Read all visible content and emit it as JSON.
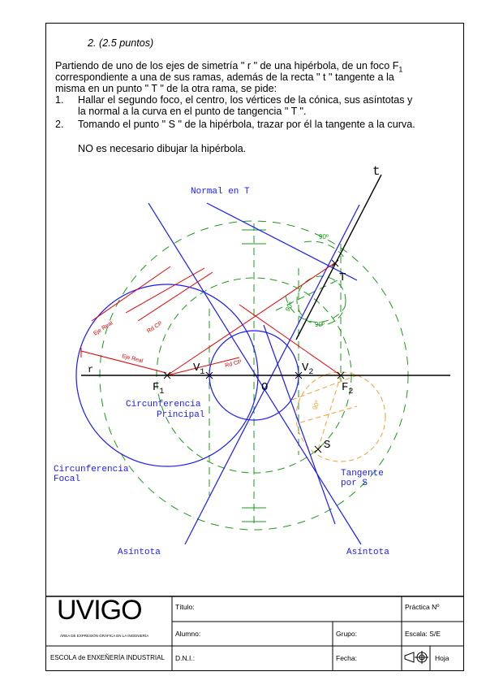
{
  "problem": {
    "heading": "2. (2.5 puntos)",
    "intro_line1": "Partiendo de uno de los ejes de simetría \" r \" de una hipérbola, de un foco F",
    "intro_sub1": "1",
    "intro_line2": "correspondiente a una de sus ramas, además de la recta \" t \" tangente a la",
    "intro_line3": "misma en un punto \" T \" de la otra rama, se pide:",
    "item1_num": "1.",
    "item1_line1": "Hallar el segundo foco, el centro, los vértices de la cónica, sus asíntotas y",
    "item1_line2": "la normal a la curva en el punto de tangencia \" T \".",
    "item2_num": "2.",
    "item2_line1": "Tomando el punto \" S \" de la hipérbola, trazar por él la tangente a la curva.",
    "note": "NO es necesario dibujar la hipérbola."
  },
  "labels": {
    "t": "t",
    "normal_en_t": "Normal en T",
    "T": "T",
    "r": "r",
    "F1": "F",
    "F1_sub": "1",
    "V1": "V",
    "V1_sub": "1",
    "O": "O",
    "V2": "V",
    "V2_sub": "2",
    "F2": "F",
    "F2_sub": "2",
    "S": "S",
    "eje_real_1": "Eje Real",
    "eje_real_2": "Eje Real",
    "rd_cp_1": "Rd CP",
    "rd_cp_2": "Rd CP",
    "ang_90_top": "90º",
    "ang_90_mid": "90º",
    "ang_90_left": "90º",
    "ang_90_s": "90º",
    "circ_principal_1": "Circunferencia",
    "circ_principal_2": "Principal",
    "circ_focal_1": "Circunferencia",
    "circ_focal_2": "Focal",
    "tangente_por_s_1": "Tangente",
    "tangente_por_s_2": "por S",
    "asintota_left": "Asíntota",
    "asintota_right": "Asíntota"
  },
  "title_block": {
    "logo": "UVIGO",
    "area": "ÁREA DE EXPRESIÓN GRÁFICA EN LA INGENIERÍA",
    "school": "ESCOLA de ENXEÑERÍA INDUSTRIAL",
    "titulo": "Título:",
    "alumno": "Alumno:",
    "dni": "D.N.I.:",
    "grupo": "Grupo:",
    "fecha": "Fecha:",
    "practica": "Práctica Nº",
    "escala": "Escala:  S/E",
    "hoja": "Hoja"
  },
  "colors": {
    "blue": "#1a1aff",
    "red": "#e00000",
    "green": "#1a9a1a",
    "orange": "#f0a030",
    "black": "#000000"
  }
}
